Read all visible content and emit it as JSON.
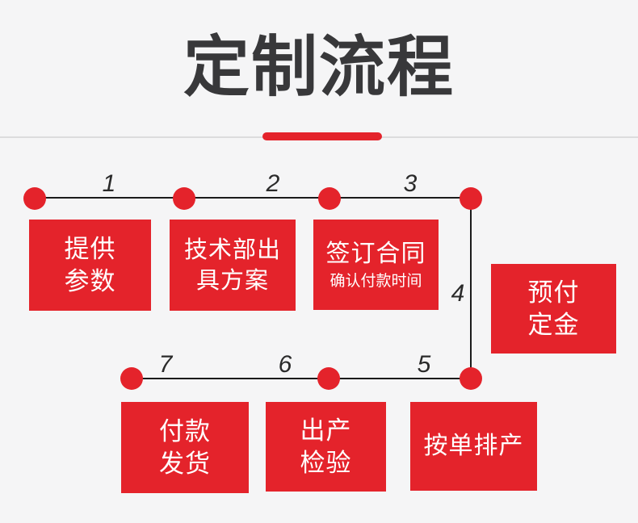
{
  "title": {
    "text": "定制流程"
  },
  "colors": {
    "accent_red": "#e4232b",
    "title_text": "#38383a",
    "connector_line": "#1b1b1b",
    "divider_gray": "#dcdcdd",
    "background": "#f5f5f6",
    "box_text": "#ffffff"
  },
  "flow": {
    "step_numbers": [
      "1",
      "2",
      "3",
      "4",
      "5",
      "6",
      "7"
    ],
    "boxes": {
      "provide": {
        "line1": "提供",
        "line2": "参数"
      },
      "tech": {
        "line1": "技术部出",
        "line2": "具方案"
      },
      "sign": {
        "title": "签订合同",
        "subtitle": "确认付款时间"
      },
      "deposit": {
        "line1": "预付",
        "line2": "定金"
      },
      "schedule": {
        "label": "按单排产"
      },
      "inspect": {
        "line1": "出产",
        "line2": "检验"
      },
      "ship": {
        "line1": "付款",
        "line2": "发货"
      }
    }
  }
}
